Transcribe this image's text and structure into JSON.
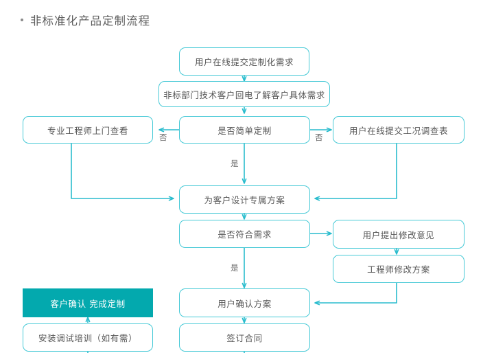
{
  "page": {
    "title": "非标准化产品定制流程",
    "bullet_icon": "bullet-dot-icon",
    "background_color": "#ffffff",
    "accent_color": "#45C9D6",
    "connector_color": "#29BCCD",
    "highlight_fill": "#03A9AE",
    "text_color": "#555555"
  },
  "flowchart": {
    "type": "flowchart",
    "nodes": [
      {
        "id": "n1",
        "label": "用户在线提交定制化需求",
        "style": "outlined"
      },
      {
        "id": "n2",
        "label": "非标部门技术客户回电了解客户具体需求",
        "style": "outlined"
      },
      {
        "id": "n3",
        "label": "是否简单定制",
        "style": "outlined"
      },
      {
        "id": "n4",
        "label": "专业工程师上门查看",
        "style": "outlined"
      },
      {
        "id": "n5",
        "label": "用户在线提交工况调查表",
        "style": "outlined"
      },
      {
        "id": "n6",
        "label": "为客户设计专属方案",
        "style": "outlined"
      },
      {
        "id": "n7",
        "label": "是否符合需求",
        "style": "outlined"
      },
      {
        "id": "n8",
        "label": "用户提出修改意见",
        "style": "outlined"
      },
      {
        "id": "n9",
        "label": "工程师修改方案",
        "style": "outlined"
      },
      {
        "id": "n10",
        "label": "用户确认方案",
        "style": "outlined"
      },
      {
        "id": "n11",
        "label": "签订合同",
        "style": "outlined"
      },
      {
        "id": "n12",
        "label": "客户确认 完成定制",
        "style": "filled"
      },
      {
        "id": "n13",
        "label": "安装调试培训（如有需）",
        "style": "outlined"
      }
    ],
    "edge_labels": {
      "no_left": "否",
      "no_right": "否",
      "yes_down": "是",
      "yes_ok": "是"
    }
  }
}
